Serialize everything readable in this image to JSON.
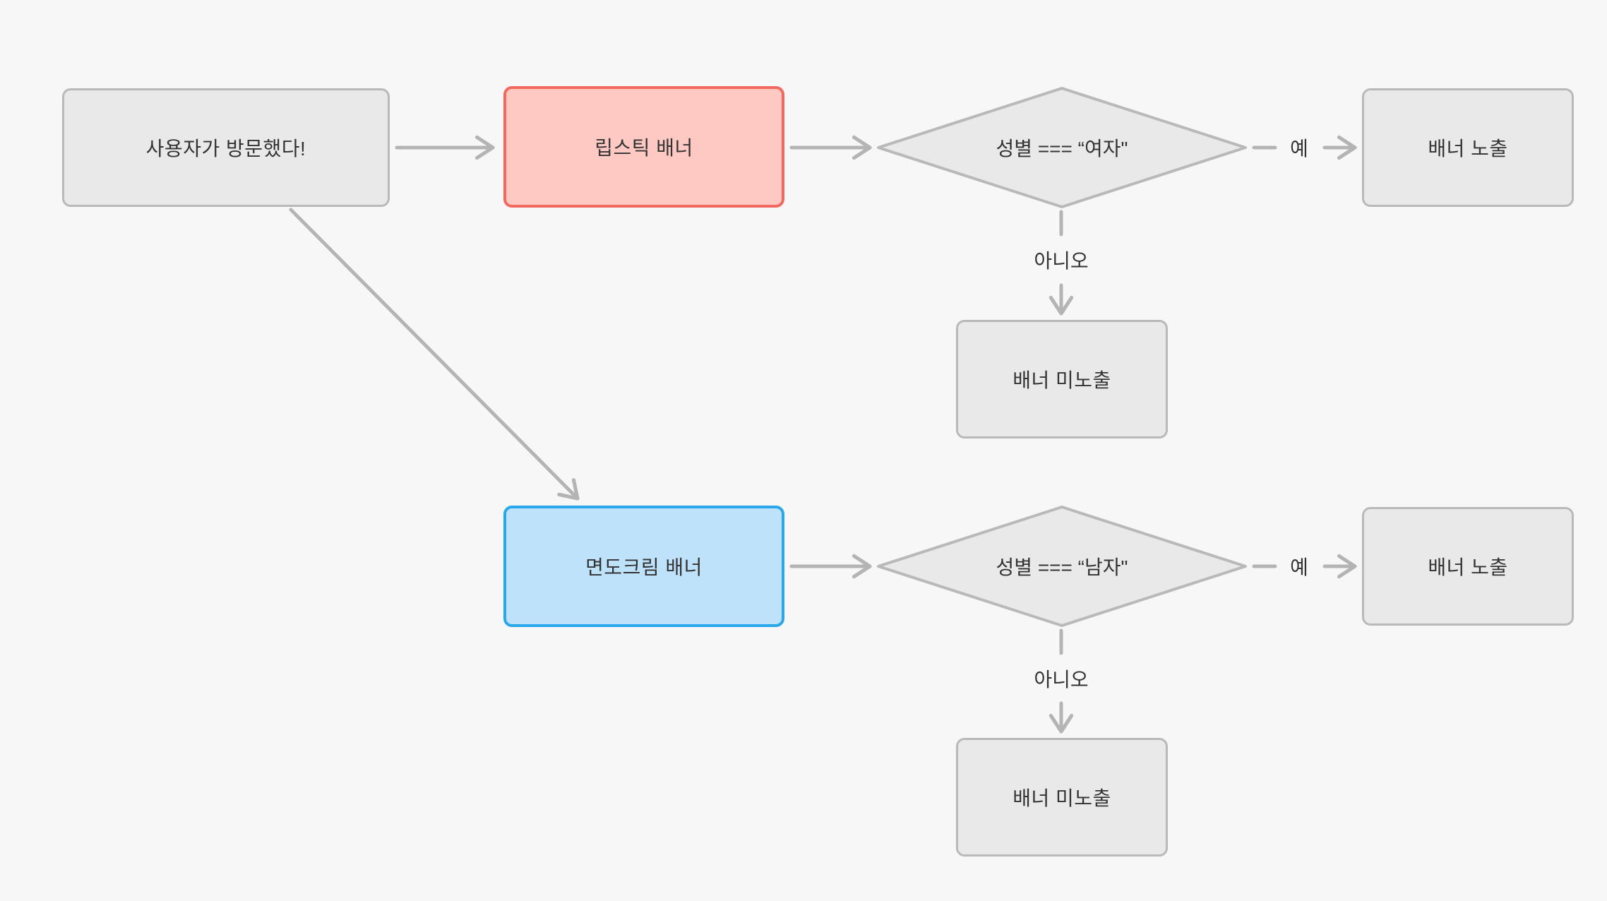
{
  "diagram": {
    "type": "flowchart",
    "background": "#f7f7f8",
    "colors": {
      "node_fill": "#e9e9e9",
      "node_border": "#b9b9b9",
      "lipstick_fill": "#ffc9c3",
      "lipstick_border": "#f2695f",
      "shaving_fill": "#bfe2fb",
      "shaving_border": "#2aa7ea",
      "edge": "#b4b4b4",
      "text": "#333333"
    },
    "nodes": {
      "start": {
        "label": "사용자가 방문했다!"
      },
      "lipstick_banner": {
        "label": "립스틱 배너"
      },
      "decision_female": {
        "label": "성별 === “여자\""
      },
      "banner_shown_1": {
        "label": "배너 노출"
      },
      "banner_hidden_1": {
        "label": "배너 미노출"
      },
      "shaving_banner": {
        "label": "면도크림 배너"
      },
      "decision_male": {
        "label": "성별 === “남자\""
      },
      "banner_shown_2": {
        "label": "배너 노출"
      },
      "banner_hidden_2": {
        "label": "배너 미노출"
      }
    },
    "edge_labels": {
      "yes_1": "예",
      "no_1": "아니오",
      "yes_2": "예",
      "no_2": "아니오"
    }
  }
}
